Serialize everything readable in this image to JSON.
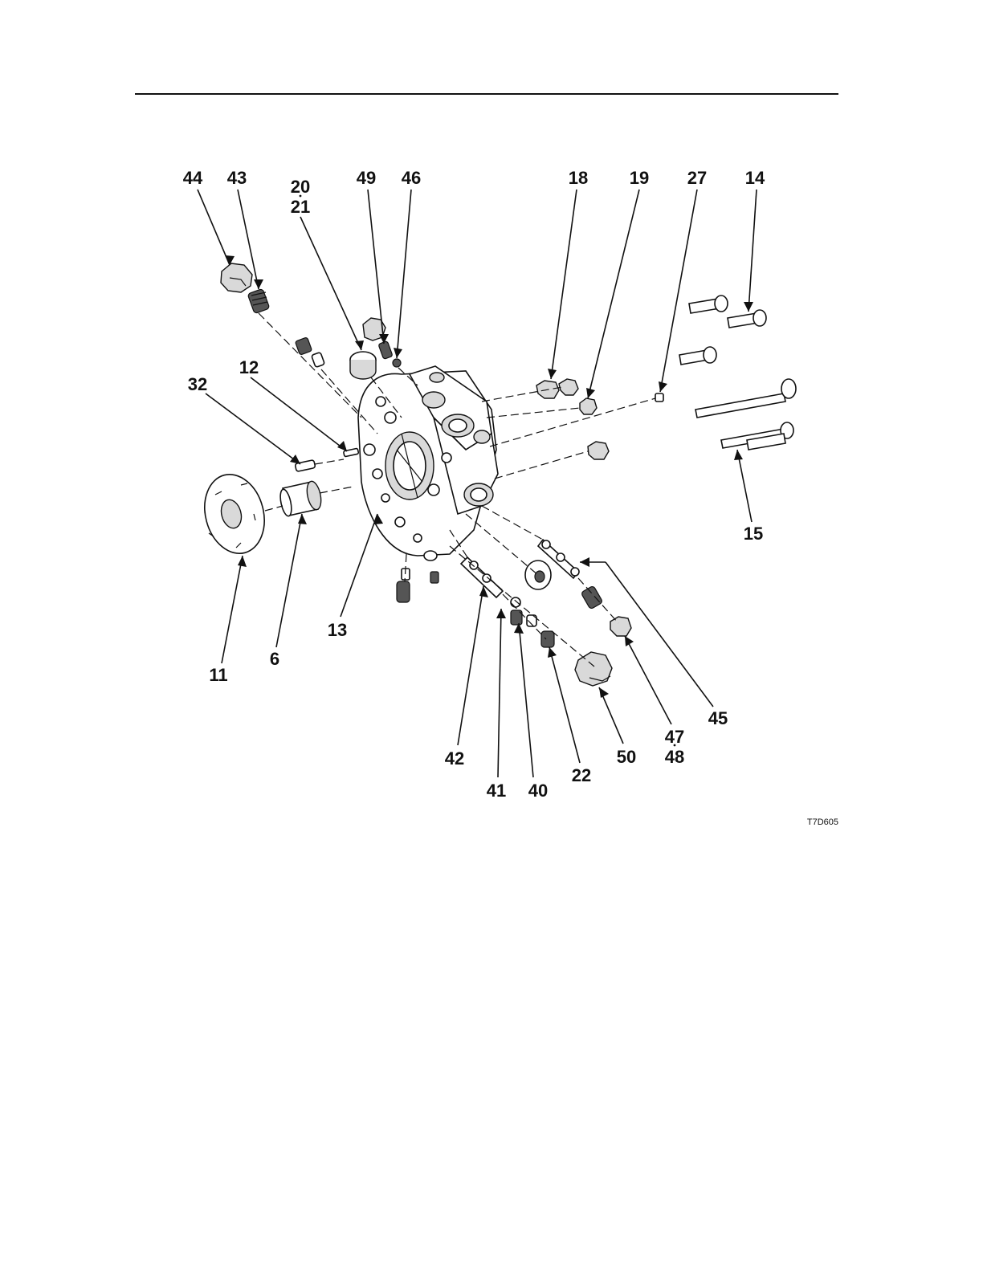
{
  "figure": {
    "id": "T7D605",
    "callouts": [
      {
        "key": "c44",
        "text": "44"
      },
      {
        "key": "c43",
        "text": "43"
      },
      {
        "key": "c20",
        "text": "20"
      },
      {
        "key": "c21",
        "text": "21"
      },
      {
        "key": "c49",
        "text": "49"
      },
      {
        "key": "c46",
        "text": "46"
      },
      {
        "key": "c18",
        "text": "18"
      },
      {
        "key": "c19",
        "text": "19"
      },
      {
        "key": "c27",
        "text": "27"
      },
      {
        "key": "c14",
        "text": "14"
      },
      {
        "key": "c12",
        "text": "12"
      },
      {
        "key": "c32",
        "text": "32"
      },
      {
        "key": "c15",
        "text": "15"
      },
      {
        "key": "c13",
        "text": "13"
      },
      {
        "key": "c6",
        "text": "6"
      },
      {
        "key": "c11",
        "text": "11"
      },
      {
        "key": "c45",
        "text": "45"
      },
      {
        "key": "c47",
        "text": "47"
      },
      {
        "key": "c48",
        "text": "48"
      },
      {
        "key": "c50",
        "text": "50"
      },
      {
        "key": "c42",
        "text": "42"
      },
      {
        "key": "c22",
        "text": "22"
      },
      {
        "key": "c41",
        "text": "41"
      },
      {
        "key": "c40",
        "text": "40"
      }
    ]
  }
}
